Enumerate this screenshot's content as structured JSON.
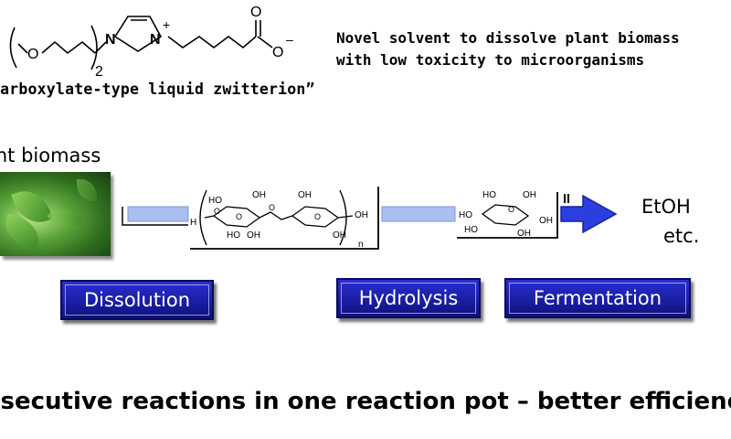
{
  "zwitterion": {
    "subscript": "2",
    "n1_label": "N",
    "n3_label": "N",
    "plus_label": "+",
    "o_ether_label": "O",
    "o_carbonyl_label": "O",
    "o_anion_label": "O",
    "minus_label": "–",
    "caption": "carboxylate-type liquid zwitterion”"
  },
  "headline": {
    "line1": "Novel solvent to dissolve plant biomass",
    "line2": "with low toxicity to microorganisms"
  },
  "biomass_label": "ant biomass",
  "cellulose": {
    "h_label": "H",
    "oh_labels": [
      "HO",
      "OH",
      "HO",
      "OH",
      "OH",
      "OH",
      "OH"
    ],
    "n_label": "n",
    "o_labels": [
      "O",
      "O",
      "O",
      "O"
    ]
  },
  "glucose": {
    "labels": [
      "HO",
      "HO",
      "HO",
      "OH",
      "OH",
      "OH"
    ],
    "o_label": "O"
  },
  "products": {
    "line1": "EtOH",
    "line2": "etc."
  },
  "stages": {
    "dissolution": "Dissolution",
    "hydrolysis": "Hydrolysis",
    "fermentation": "Fermentation"
  },
  "footer": "nsecutive reactions in one reaction pot – better efficienc",
  "colors": {
    "button_top": "#2a2ecf",
    "button_bottom": "#0e117e",
    "arrow_fill": "#2b3fe0",
    "bar_fill": "#a9bff0"
  }
}
